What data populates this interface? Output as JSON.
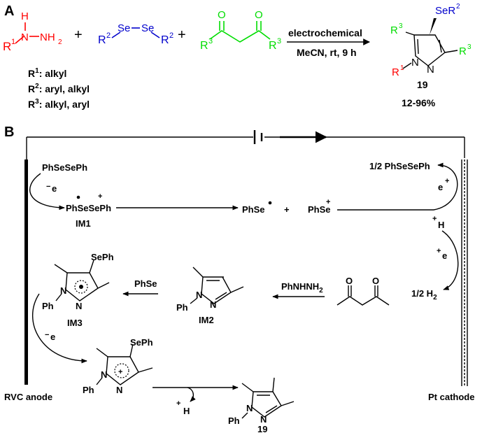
{
  "panel_a": {
    "label": "A",
    "hydrazine": {
      "r": "R",
      "r_sup": "1",
      "nh": "H",
      "n1": "N",
      "nh2": "NH",
      "nh2_sub": "2"
    },
    "plus": "+",
    "diselenide": {
      "r_left": "R",
      "r_left_sup": "2",
      "se1": "Se",
      "se2": "Se",
      "r_right": "R",
      "r_right_sup": "2"
    },
    "diketone": {
      "o1": "O",
      "o2": "O",
      "r_left": "R",
      "r_left_sup": "3",
      "r_right": "R",
      "r_right_sup": "3"
    },
    "condition_top": "electrochemical",
    "condition_bottom": "MeCN, rt, 9 h",
    "product": {
      "se": "SeR",
      "se_sup": "2",
      "r3_left": "R",
      "r3_left_sup": "3",
      "r3_right": "R",
      "r3_right_sup": "3",
      "r1": "R",
      "r1_sup": "1",
      "n1": "N",
      "n2": "N",
      "number": "19",
      "yield": "12-96%"
    },
    "legend": [
      {
        "r": "R",
        "sup": "1",
        "text": ": alkyl"
      },
      {
        "r": "R",
        "sup": "2",
        "text": ": aryl, alkyl"
      },
      {
        "r": "R",
        "sup": "3",
        "text": ": alkyl, aryl"
      }
    ]
  },
  "panel_b": {
    "label": "B",
    "anode_label": "RVC anode",
    "cathode_label": "Pt cathode",
    "phsesesph": "PhSeSePh",
    "electron_minus": "e",
    "electron_minus_sign": "−",
    "radical_cation": "PhSeSePh",
    "radical_cation_sign": "+",
    "im1": "IM1",
    "phse_radical": "PhSe",
    "plus": "+",
    "phse_cation": "PhSe",
    "phse_cation_sign": "+",
    "half_phsesesph": "1/2 PhSeSePh",
    "cathode_e": "e",
    "cathode_e_sign": "+",
    "proton_h": "H",
    "proton_sign": "+",
    "cathode_e2": "e",
    "cathode_e2_sign": "+",
    "half_h2": "1/2 H",
    "half_h2_sub": "2",
    "phnhnh2": "PhNHNH",
    "phnhnh2_sub": "2",
    "im2": "IM2",
    "phse_add": "PhSe",
    "im3": "IM3",
    "electron_minus2": "e",
    "electron_minus2_sign": "−",
    "proton_out": "H",
    "proton_out_sign": "+",
    "product_number": "19",
    "sephe": "SePh",
    "ph": "Ph",
    "n": "N",
    "dot_plus": "+"
  }
}
